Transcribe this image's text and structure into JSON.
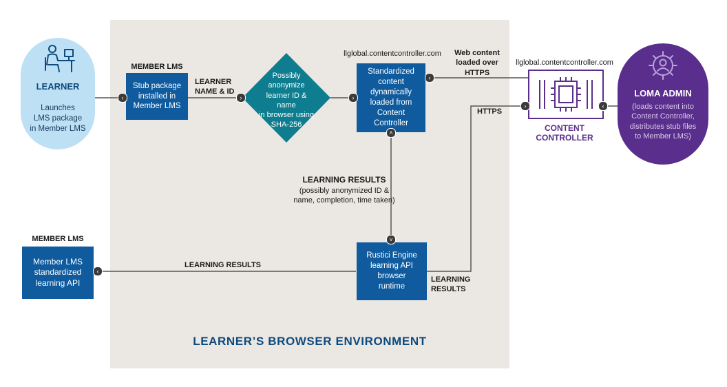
{
  "environment": {
    "title": "LEARNER’S BROWSER ENVIRONMENT"
  },
  "learner": {
    "title": "LEARNER",
    "description": [
      "Launches",
      "LMS package",
      "in Member LMS"
    ]
  },
  "member_lms_top": {
    "heading": "MEMBER LMS",
    "box_text": [
      "Stub package",
      "installed  in",
      "Member LMS"
    ]
  },
  "learner_name_id": [
    "LEARNER",
    "NAME & ID"
  ],
  "anonymize": {
    "text": [
      "Possibly",
      "anonymize",
      "learner ID & name",
      "in browser using",
      "SHA-256"
    ]
  },
  "standardized": {
    "url": "llglobal.contentcontroller.com",
    "box_text": [
      "Standardized",
      "content",
      "dynamically",
      "loaded from",
      "Content",
      "Controller"
    ]
  },
  "web_content": [
    "Web content",
    "loaded over",
    "HTTPS"
  ],
  "content_controller": {
    "url": "llglobal.contentcontroller.com",
    "label": [
      "CONTENT",
      "CONTROLLER"
    ]
  },
  "loma_admin": {
    "title": "LOMA ADMIN",
    "description": [
      "(loads content into",
      "Content Controller,",
      "distributes stub files",
      "to Member LMS)"
    ]
  },
  "https_label": "HTTPS",
  "learning_results_center": {
    "heading": "LEARNING RESULTS",
    "detail": [
      "(possibly anonymized ID &",
      "name, completion, time taken)"
    ]
  },
  "rustici": {
    "box_text": [
      "Rustici Engine",
      "learning API",
      "browser",
      "runtime"
    ]
  },
  "learning_results_right": [
    "LEARNING",
    "RESULTS"
  ],
  "member_lms_bottom": {
    "heading": "MEMBER LMS",
    "box_text": [
      "Member LMS",
      "standardized",
      "learning API"
    ]
  },
  "learning_results_bottom": "LEARNING RESULTS",
  "colors": {
    "primary_blue": "#0f5b9e",
    "teal": "#0d7d8f",
    "purple": "#5a2e8c",
    "light_blue": "#bde0f5",
    "environment_bg": "#ebe8e3"
  }
}
